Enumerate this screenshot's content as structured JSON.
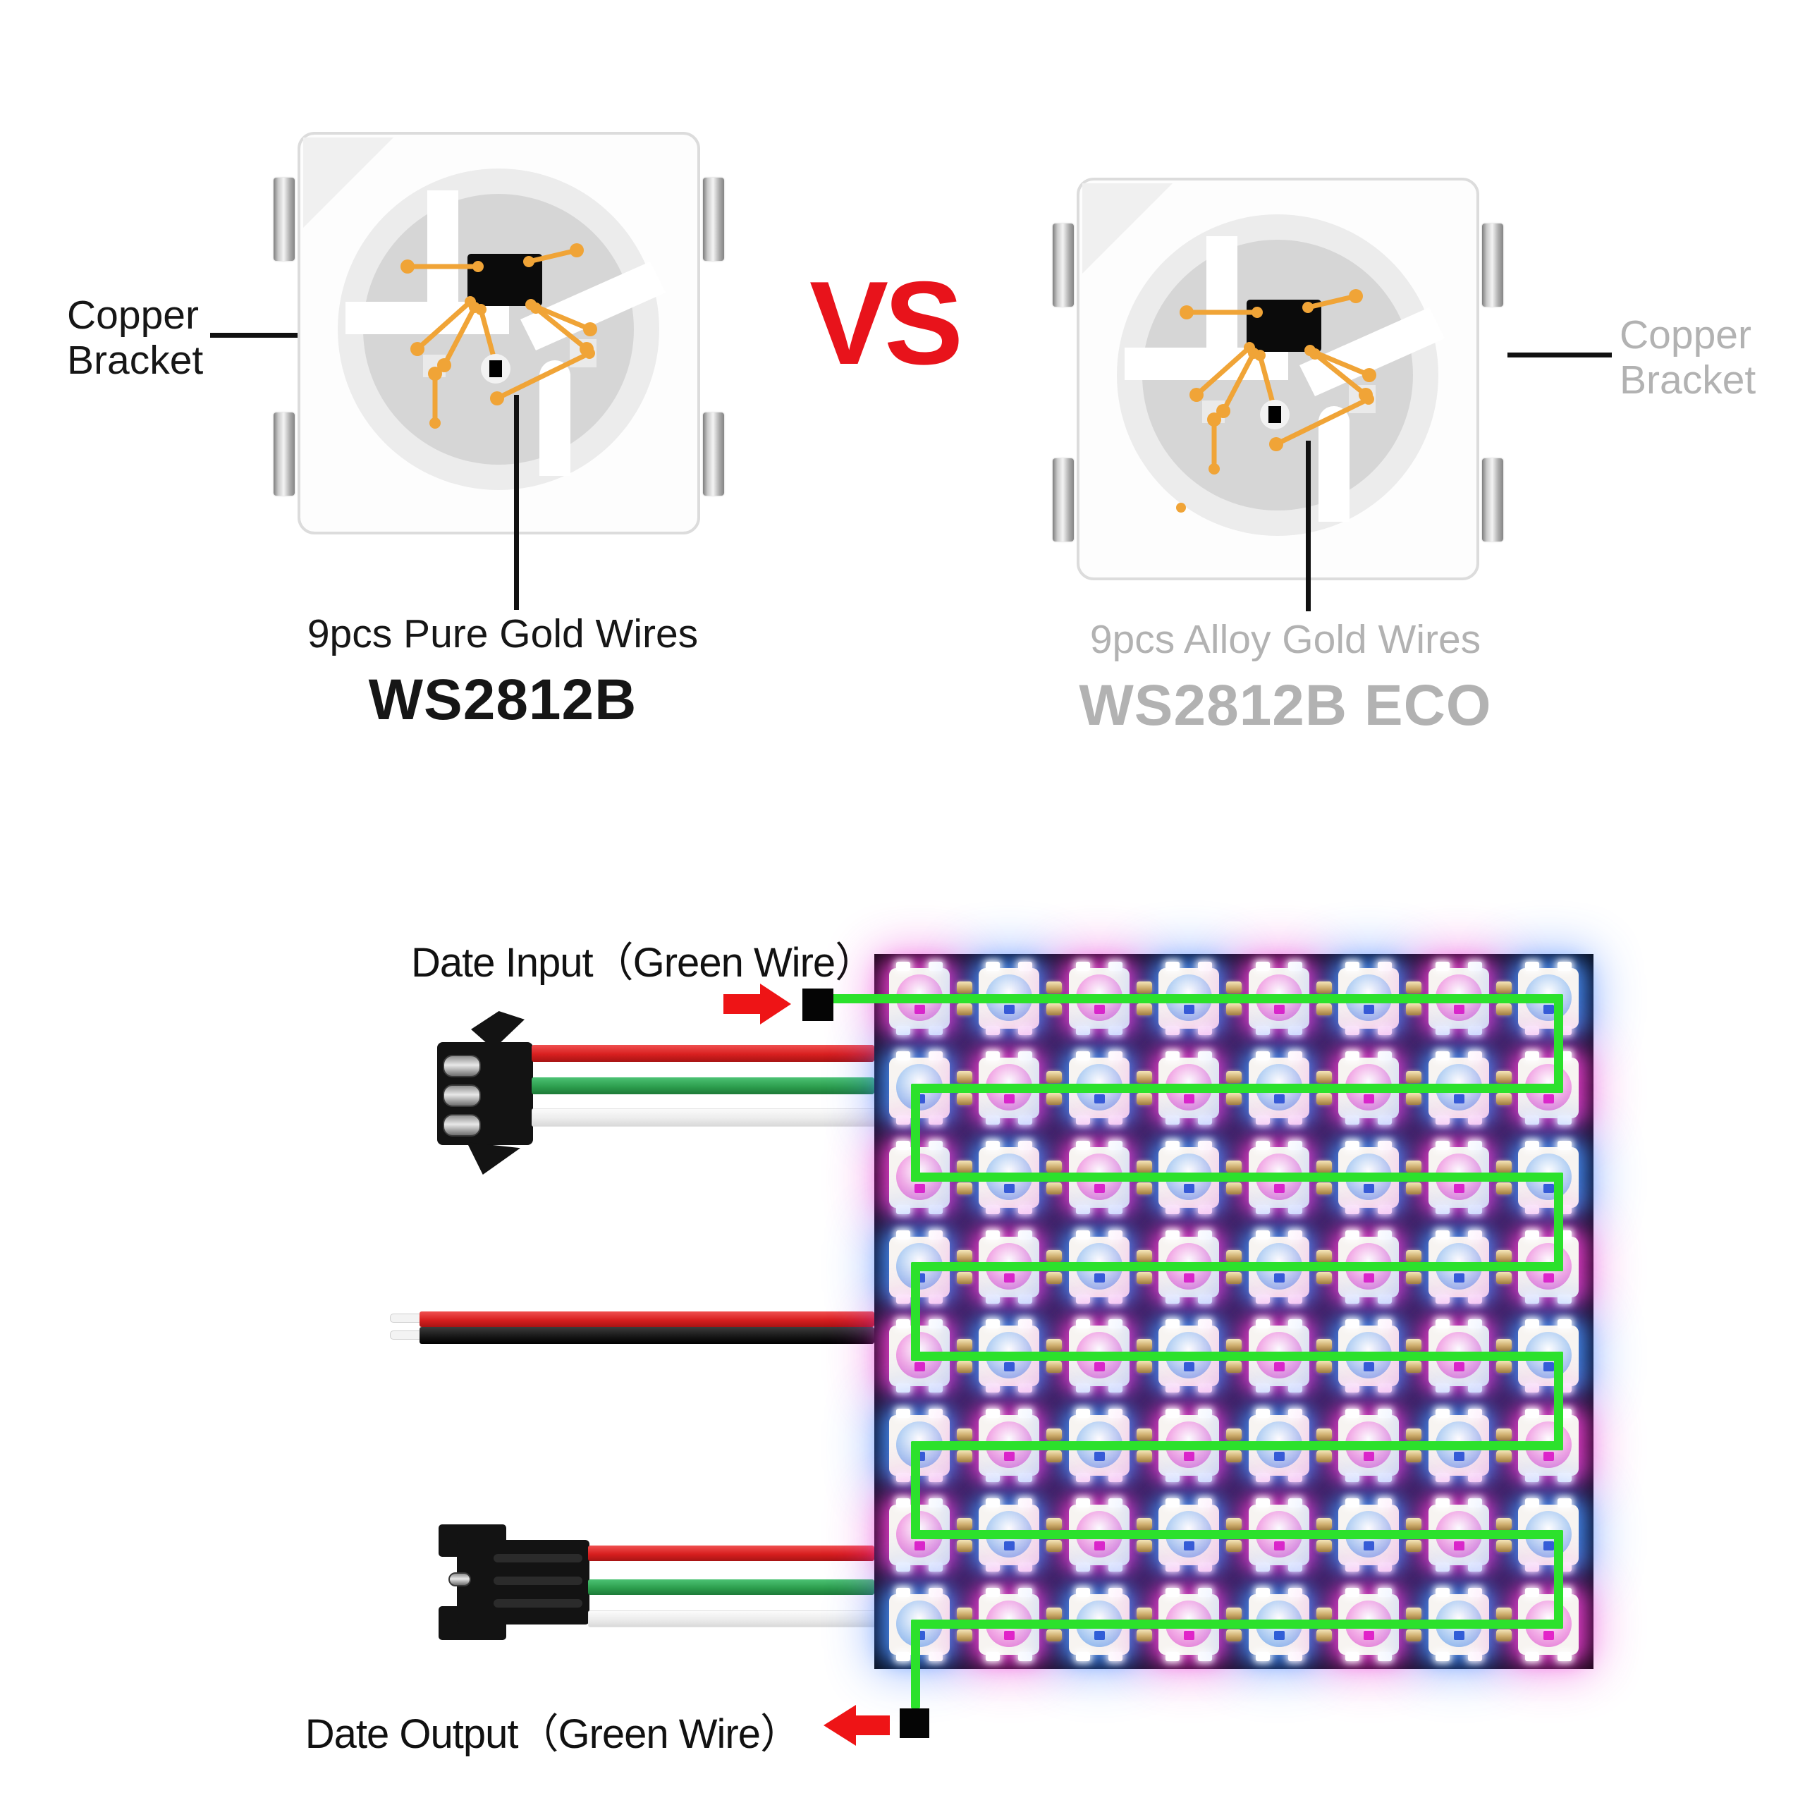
{
  "title": "WS2812B vs WS2812B ECO LED pixel comparison and matrix wiring diagram",
  "comparison": {
    "vs_label": "VS",
    "vs_color": "#e8131b",
    "left": {
      "bracket_line1": "Copper",
      "bracket_line2": "Bracket",
      "wires_label": "9pcs Pure Gold Wires",
      "model": "WS2812B",
      "text_color": "#161616"
    },
    "right": {
      "bracket_line1": "Copper",
      "bracket_line2": "Bracket",
      "wires_label": "9pcs Alloy Gold Wires",
      "model": "WS2812B ECO",
      "text_color": "#b2b2b2"
    },
    "chip_colors": {
      "body": "#fdfdfd",
      "body_border": "#dcdcdc",
      "corner_fold": "#f0f0f0",
      "lens_ring": "#ececec",
      "pad_disc": "#d6d6d6",
      "ic_black": "#0b0b0b",
      "gold_wire": "#f0a437"
    }
  },
  "panel": {
    "input_label": "Date Input（Green Wire）",
    "output_label": "Date Output（Green Wire）",
    "grid_rows": 8,
    "grid_cols": 8,
    "pattern": "checkerboard serpentine data path, enters top-left, exits bottom-left",
    "wire_green": "#2ce12c",
    "arrow_red": "#ee1416",
    "matrix_bg": "#070707",
    "led_colors": {
      "pink": {
        "lens": "#f2abe6",
        "edge": "#e06fd2",
        "accent": "#e324c9",
        "glow1": "rgba(244,70,220,0.85)",
        "glow2": "rgba(230,40,210,0.45)"
      },
      "blue": {
        "lens": "#b7d2f4",
        "edge": "#79a8e8",
        "accent": "#2f5fd8",
        "glow1": "rgba(80,150,255,0.85)",
        "glow2": "rgba(50,110,255,0.45)"
      }
    },
    "connector_wire_colors": {
      "red": "#e12725",
      "green": "#2d9e4e",
      "white": "#ededed",
      "black": "#161616"
    }
  }
}
